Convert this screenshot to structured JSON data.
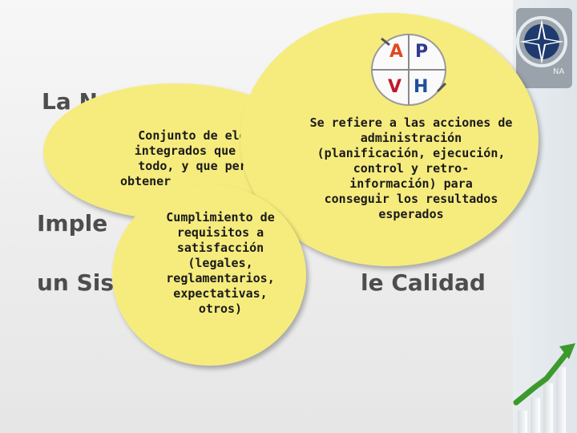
{
  "background": {
    "title_partial": "La N",
    "line2_partial": "Imple",
    "line3_partial_left": "un Sis",
    "line3_partial_right": "le Calidad"
  },
  "logo": {
    "label": "NA"
  },
  "bubbles": {
    "definition_sistema": {
      "lines": [
        "Conjunto de ele",
        "integrados que h",
        "todo, y que per",
        "obtener"
      ]
    },
    "calidad": {
      "lines": [
        "Cumplimiento de",
        "requisitos a",
        "satisfacción",
        "(legales,",
        "reglamentarios,",
        "expectativas,",
        "otros)"
      ]
    },
    "gestion": {
      "lines": [
        "Se refiere a las acciones de",
        "administración",
        "(planificación, ejecución,",
        "control y retro-",
        "información) para",
        "conseguir los resultados",
        "esperados"
      ]
    }
  },
  "pdca": {
    "top_left": "A",
    "top_right": "P",
    "bottom_left": "V",
    "bottom_right": "H"
  },
  "colors": {
    "bubble": "#f6ec7e",
    "letter_A": "#e04a1f",
    "letter_P": "#2f3a8f",
    "letter_V": "#c0182a",
    "letter_H": "#1f4f9f",
    "logo_star": "#1e3a6e"
  }
}
